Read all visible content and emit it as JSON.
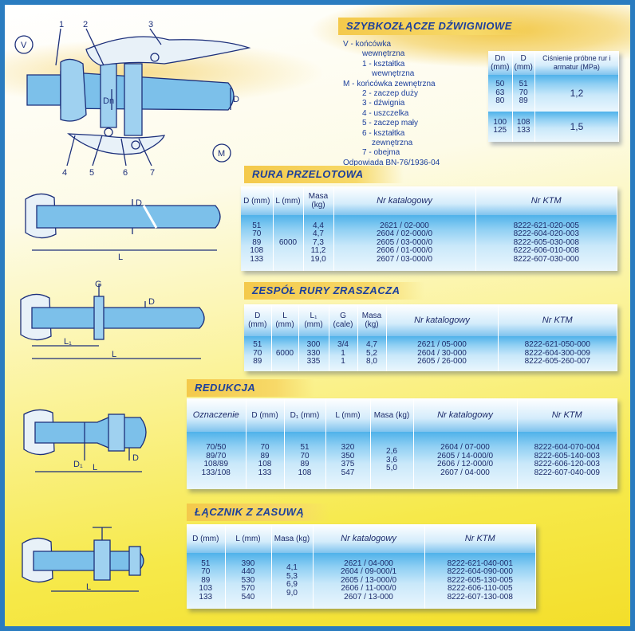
{
  "coupler": {
    "title": "SZYBKOZŁĄCZE DŹWIGNIOWE",
    "legend": [
      {
        "text": "V - końcówka",
        "cls": ""
      },
      {
        "text": "wewnętrzna",
        "cls": "sub"
      },
      {
        "text": "1 - kształtka",
        "cls": "sub"
      },
      {
        "text": "wewnętrzna",
        "cls": "sub2"
      },
      {
        "text": "M - końcówka zewnętrzna",
        "cls": ""
      },
      {
        "text": "2 - zaczep duży",
        "cls": "sub"
      },
      {
        "text": "3 - dźwignia",
        "cls": "sub"
      },
      {
        "text": "4 - uszczelka",
        "cls": "sub"
      },
      {
        "text": "5 - zaczep mały",
        "cls": "sub"
      },
      {
        "text": "6 - kształtka",
        "cls": "sub"
      },
      {
        "text": "zewnętrzna",
        "cls": "sub2"
      },
      {
        "text": "7 - obejma",
        "cls": "sub"
      },
      {
        "text": "Odpowiada BN-76/1936-04",
        "cls": ""
      }
    ],
    "table": {
      "headers": [
        "Dn (mm)",
        "D (mm)",
        "Ciśnienie próbne rur i armatur (MPa)"
      ],
      "rows": [
        {
          "dn": [
            "50",
            "63",
            "80"
          ],
          "d": [
            "51",
            "70",
            "89"
          ],
          "p": "1,2"
        },
        {
          "dn": [
            "100",
            "125"
          ],
          "d": [
            "108",
            "133"
          ],
          "p": "1,5"
        }
      ]
    },
    "drawing_labels": {
      "v": "V",
      "m": "M",
      "n1": "1",
      "n2": "2",
      "n3": "3",
      "n4": "4",
      "n5": "5",
      "n6": "6",
      "n7": "7",
      "dn": "Dn",
      "d": "D"
    }
  },
  "rura": {
    "title": "RURA PRZELOTOWA",
    "headers": [
      "D (mm)",
      "L (mm)",
      "Masa (kg)",
      "Nr katalogowy",
      "Nr KTM"
    ],
    "d": [
      "51",
      "70",
      "89",
      "108",
      "133"
    ],
    "l": "6000",
    "masa": [
      "4,4",
      "4,7",
      "7,3",
      "11,2",
      "19,0"
    ],
    "kat": [
      "2621 / 02-000",
      "2604 / 02-000/0",
      "2605 / 03-000/0",
      "2606 / 01-000/0",
      "2607 / 03-000/0"
    ],
    "ktm": [
      "8222-621-020-005",
      "8222-604-020-003",
      "8222-605-030-008",
      "6222-606-010-008",
      "8222-607-030-000"
    ],
    "drawing_labels": {
      "d": "D",
      "l": "L"
    }
  },
  "zespol": {
    "title": "ZESPÓŁ RURY ZRASZACZA",
    "headers": [
      "D (mm)",
      "L (mm)",
      "L₁ (mm)",
      "G (cale)",
      "Masa (kg)",
      "Nr katalogowy",
      "Nr KTM"
    ],
    "d": [
      "51",
      "70",
      "89"
    ],
    "l": "6000",
    "l1": [
      "300",
      "330",
      "335"
    ],
    "g": [
      "3/4",
      "1",
      "1"
    ],
    "masa": [
      "4,7",
      "5,2",
      "8,0"
    ],
    "kat": [
      "2621 / 05-000",
      "2604 / 30-000",
      "2605 / 26-000"
    ],
    "ktm": [
      "8222-621-050-000",
      "8222-604-300-009",
      "8222-605-260-007"
    ],
    "drawing_labels": {
      "g": "G",
      "l1": "L₁",
      "l": "L",
      "d": "D"
    }
  },
  "redukcja": {
    "title": "REDUKCJA",
    "headers": [
      "Oznaczenie",
      "D (mm)",
      "D₁ (mm)",
      "L (mm)",
      "Masa (kg)",
      "Nr katalogowy",
      "Nr KTM"
    ],
    "ozn": [
      "70/50",
      "89/70",
      "108/89",
      "133/108"
    ],
    "d": [
      "70",
      "89",
      "108",
      "133"
    ],
    "d1": [
      "51",
      "70",
      "89",
      "108"
    ],
    "l": [
      "320",
      "350",
      "375",
      "547"
    ],
    "masa": [
      "2,6",
      "3,6",
      "5,0"
    ],
    "kat": [
      "2604 / 07-000",
      "2605 / 14-000/0",
      "2606 / 12-000/0",
      "2607 / 04-000"
    ],
    "ktm": [
      "8222-604-070-004",
      "8222-605-140-003",
      "8222-606-120-003",
      "8222-607-040-009"
    ],
    "drawing_labels": {
      "d1": "D₁",
      "l": "L",
      "d": "D"
    }
  },
  "lacznik": {
    "title": "ŁĄCZNIK Z ZASUWĄ",
    "headers": [
      "D (mm)",
      "L (mm)",
      "Masa (kg)",
      "Nr katalogowy",
      "Nr KTM"
    ],
    "d": [
      "51",
      "70",
      "89",
      "103",
      "133"
    ],
    "l": [
      "390",
      "440",
      "530",
      "570",
      "540"
    ],
    "masa": [
      "4,1",
      "5,3",
      "6,9",
      "9,0"
    ],
    "kat": [
      "2621 / 04-000",
      "2604 / 09-000/1",
      "2605 / 13-000/0",
      "2606 / 11-000/0",
      "2607 / 13-000"
    ],
    "ktm": [
      "8222-621-040-001",
      "8222-604-090-000",
      "8222-605-130-005",
      "8222-606-110-005",
      "8222-607-130-008"
    ],
    "drawing_labels": {
      "l": "L"
    }
  }
}
